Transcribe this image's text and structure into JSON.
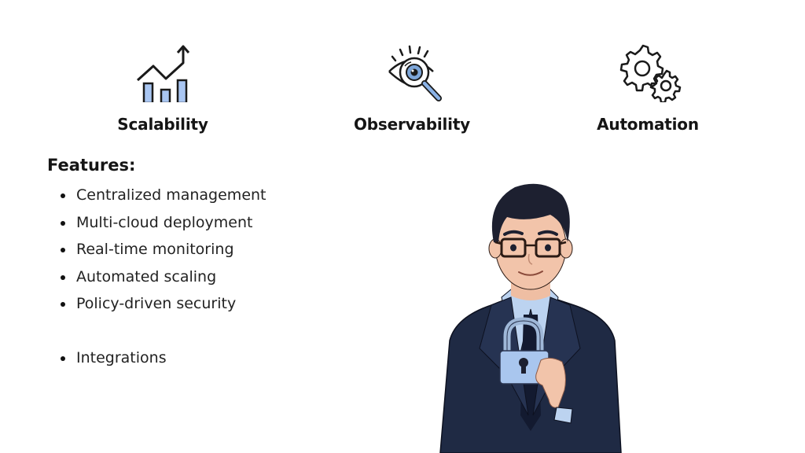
{
  "top_features": [
    {
      "label": "Scalability",
      "icon": "growth-chart-icon"
    },
    {
      "label": "Observability",
      "icon": "eye-magnifier-icon"
    },
    {
      "label": "Automation",
      "icon": "gears-icon"
    }
  ],
  "features_section": {
    "title": "Features:",
    "items": [
      "Centralized management",
      "Multi-cloud deployment",
      "Real-time monitoring",
      "Automated scaling",
      "Policy-driven security",
      "Integrations"
    ]
  },
  "illustration": {
    "subject": "businessman-holding-padlock",
    "colors": {
      "suit": "#1f2a44",
      "shirt": "#bcd3f0",
      "lock": "#a9c6ee",
      "skin": "#f2c4aa",
      "hair": "#1d2030"
    }
  },
  "colors": {
    "icon_fill": "#a9c6f2",
    "icon_stroke": "#1a1a1a",
    "text": "#151515"
  }
}
